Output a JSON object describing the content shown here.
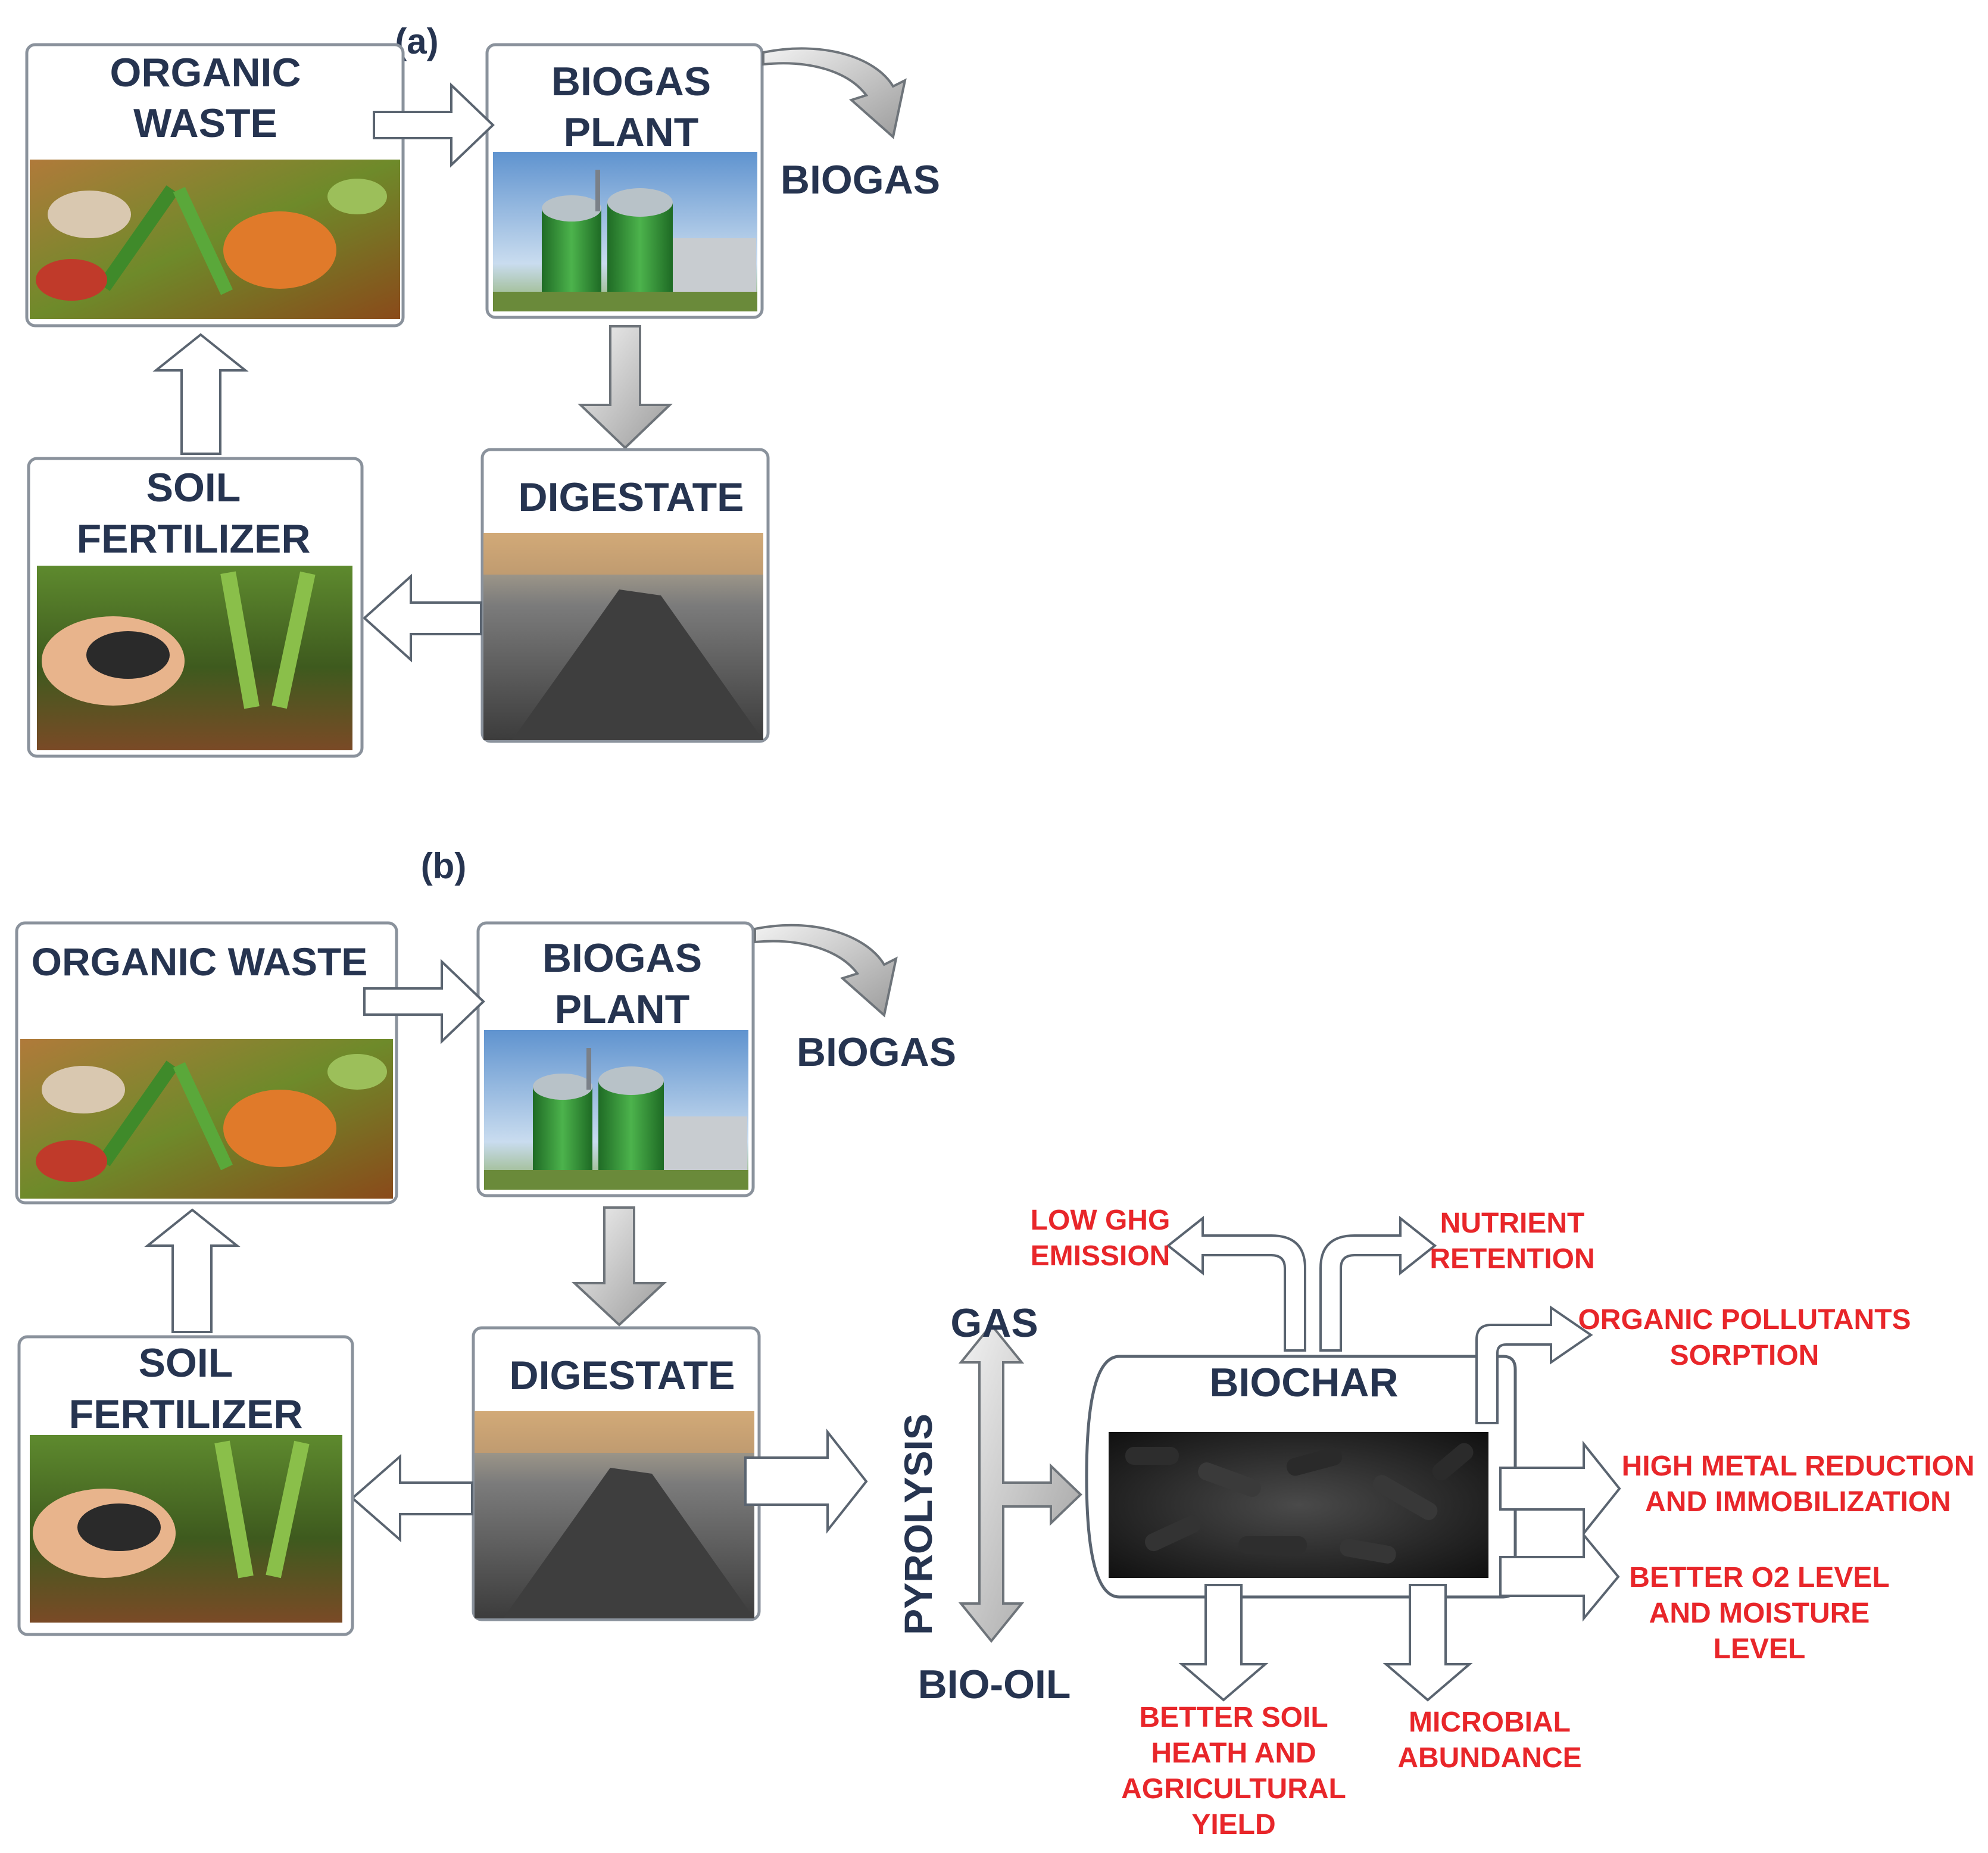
{
  "panel_a": {
    "tag": "(a)",
    "organic_waste": [
      "ORGANIC",
      "WASTE"
    ],
    "biogas_plant": [
      "BIOGAS",
      "PLANT"
    ],
    "biogas": "BIOGAS",
    "digestate": "DIGESTATE",
    "soil_fertilizer": [
      "SOIL",
      "FERTILIZER"
    ]
  },
  "panel_b": {
    "tag": "(b)",
    "organic_waste": "ORGANIC WASTE",
    "biogas_plant": [
      "BIOGAS",
      "PLANT"
    ],
    "biogas": "BIOGAS",
    "digestate": "DIGESTATE",
    "soil_fertilizer": [
      "SOIL",
      "FERTILIZER"
    ],
    "pyrolysis": "PYROLYSIS",
    "gas": "GAS",
    "bio_oil": "BIO-OIL",
    "biochar": "BIOCHAR",
    "benefits": {
      "low_ghg": [
        "LOW GHG",
        "EMISSION"
      ],
      "nutrient": [
        "NUTRIENT",
        "RETENTION"
      ],
      "organic_pollutants": [
        "ORGANIC POLLUTANTS",
        "SORPTION"
      ],
      "metal": [
        "HIGH METAL REDUCTION",
        "AND IMMOBILIZATION"
      ],
      "o2": [
        "BETTER O2 LEVEL",
        "AND MOISTURE",
        "LEVEL"
      ],
      "soil_health": [
        "BETTER SOIL",
        "HEATH AND",
        "AGRICULTURAL",
        "YIELD"
      ],
      "microbial": [
        "MICROBIAL",
        "ABUNDANCE"
      ]
    }
  },
  "colors": {
    "label": "#263450",
    "benefit": "#e8262a",
    "box_border": "#8a929c",
    "digester": "#3a9a3a",
    "biochar_dark": "#1a1a1a"
  }
}
